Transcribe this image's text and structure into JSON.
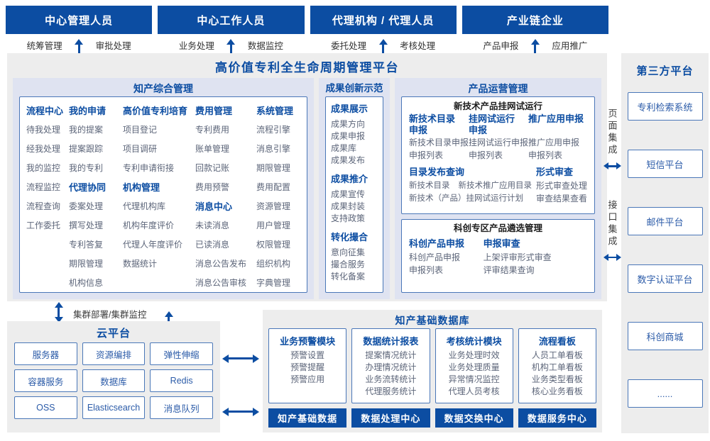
{
  "roles": [
    {
      "title": "中心管理人员",
      "left": "统筹管理",
      "right": "审批处理"
    },
    {
      "title": "中心工作人员",
      "left": "业务处理",
      "right": "数据监控"
    },
    {
      "title": "代理机构 / 代理人员",
      "left": "委托处理",
      "right": "考核处理"
    },
    {
      "title": "产业链企业",
      "left": "产品申报",
      "right": "应用推广"
    }
  ],
  "platform": {
    "title": "高价值专利全生命周期管理平台",
    "ip_mgmt": {
      "title": "知产综合管理",
      "col1": {
        "h1": "流程中心",
        "items1": [
          "待我处理",
          "经我处理",
          "我的监控",
          "流程监控",
          "流程查询",
          "工作委托"
        ]
      },
      "col2": {
        "h1": "我的申请",
        "items1": [
          "我的提案",
          "提案跟踪",
          "我的专利"
        ],
        "h2": "代理协同",
        "items2": [
          "委案处理",
          "撰写处理",
          "专利答复",
          "期限管理",
          "机构信息"
        ]
      },
      "col3": {
        "h1": "高价值专利培育",
        "items1": [
          "项目登记",
          "项目调研",
          "专利申请衔接"
        ],
        "h2": "机构管理",
        "items2": [
          "代理机构库",
          "机构年度评价",
          "代理人年度评价",
          "数据统计"
        ]
      },
      "col4": {
        "h1": "费用管理",
        "items1": [
          "专利费用",
          "账单管理",
          "回款记账",
          "费用预警"
        ],
        "h2": "消息中心",
        "items2": [
          "未读消息",
          "已读消息",
          "消息公告发布",
          "消息公告审核"
        ]
      },
      "col5": {
        "h1": "系统管理",
        "items1": [
          "流程引擎",
          "消息引擎",
          "期限管理",
          "费用配置",
          "资源管理",
          "用户管理",
          "权限管理",
          "组织机构",
          "字典管理"
        ]
      }
    },
    "achievement": {
      "title": "成果创新示范",
      "groups": [
        {
          "h": "成果展示",
          "items": [
            "成果方向",
            "成果申报",
            "成果库",
            "成果发布"
          ]
        },
        {
          "h": "成果推介",
          "items": [
            "成果宣传",
            "成果封装",
            "支持政策"
          ]
        },
        {
          "h": "转化撮合",
          "items": [
            "意向征集",
            "撮合服务",
            "转化备案"
          ]
        }
      ]
    },
    "product_ops": {
      "title": "产品运营管理",
      "box1": {
        "title": "新技术产品挂网试运行",
        "cols": [
          {
            "h": "新技术目录申报",
            "items": [
              "新技术目录申报",
              "申报列表"
            ]
          },
          {
            "h": "挂网试运行申报",
            "items": [
              "挂网试运行申报",
              "申报列表"
            ]
          },
          {
            "h": "推广应用申报",
            "items": [
              "推广应用申报",
              "申报列表"
            ]
          }
        ],
        "catalog": {
          "h": "目录发布查询",
          "row1a": "新技术目录",
          "row1b": "新技术推广应用目录",
          "row2": "新技术（产品）挂网试运行计划"
        },
        "review": {
          "h": "形式审查",
          "items": [
            "形式审查处理",
            "审查结果查看"
          ]
        }
      },
      "box2": {
        "title": "科创专区产品遴选管理",
        "col1": {
          "h": "科创产品申报",
          "items": [
            "科创产品申报",
            "申报列表"
          ]
        },
        "col2": {
          "h": "申报审查",
          "items": [
            "上架评审形式审查",
            "评审结果查询"
          ]
        }
      }
    }
  },
  "cluster_label": "集群部署/集群监控",
  "cloud": {
    "title": "云平台",
    "items": [
      "服务器",
      "资源编排",
      "弹性伸缩",
      "容器服务",
      "数据库",
      "Redis",
      "OSS",
      "Elasticsearch",
      "消息队列"
    ]
  },
  "ip_db": {
    "title": "知产基础数据库",
    "modules": [
      {
        "h": "业务预警模块",
        "items": [
          "预警设置",
          "预警提醒",
          "预警应用"
        ]
      },
      {
        "h": "数据统计报表",
        "items": [
          "提案情况统计",
          "办理情况统计",
          "业务流转统计",
          "代理服务统计"
        ]
      },
      {
        "h": "考核统计模块",
        "items": [
          "业务处理时效",
          "业务处理质量",
          "异常情况监控",
          "代理人员考核"
        ]
      },
      {
        "h": "流程看板",
        "items": [
          "人员工单看板",
          "机构工单看板",
          "业务类型看板",
          "核心业务看板"
        ]
      }
    ],
    "centers": [
      "知产基础数据",
      "数据处理中心",
      "数据交换中心",
      "数据服务中心"
    ]
  },
  "third_party": {
    "title": "第三方平台",
    "items": [
      "专利检索系统",
      "短信平台",
      "邮件平台",
      "数字认证平台",
      "科创商城",
      "......"
    ]
  },
  "integration": {
    "page": "页面集成",
    "api": "接口集成"
  },
  "colors": {
    "primary": "#0c4da2",
    "panel_lavender": "#dfe3f1",
    "panel_grey": "#ededed",
    "box_border": "#4a77b8",
    "item_text": "#5c6579",
    "header_text": "#ffffff"
  }
}
